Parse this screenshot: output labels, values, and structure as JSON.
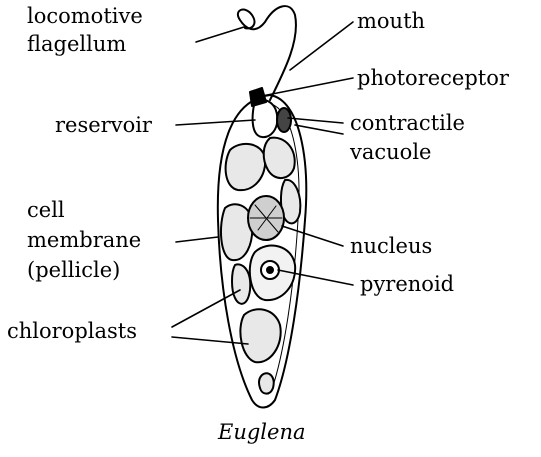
{
  "diagram": {
    "caption": "Euglena",
    "labels": {
      "locomotive_flagellum": [
        "locomotive",
        "flagellum"
      ],
      "mouth": "mouth",
      "photoreceptor": "photoreceptor",
      "reservoir": "reservoir",
      "contractile_vacuole": [
        "contractile",
        "vacuole"
      ],
      "cell_membrane": [
        "cell",
        "membrane",
        "(pellicle)"
      ],
      "nucleus": "nucleus",
      "pyrenoid": "pyrenoid",
      "chloroplasts": "chloroplasts"
    }
  }
}
